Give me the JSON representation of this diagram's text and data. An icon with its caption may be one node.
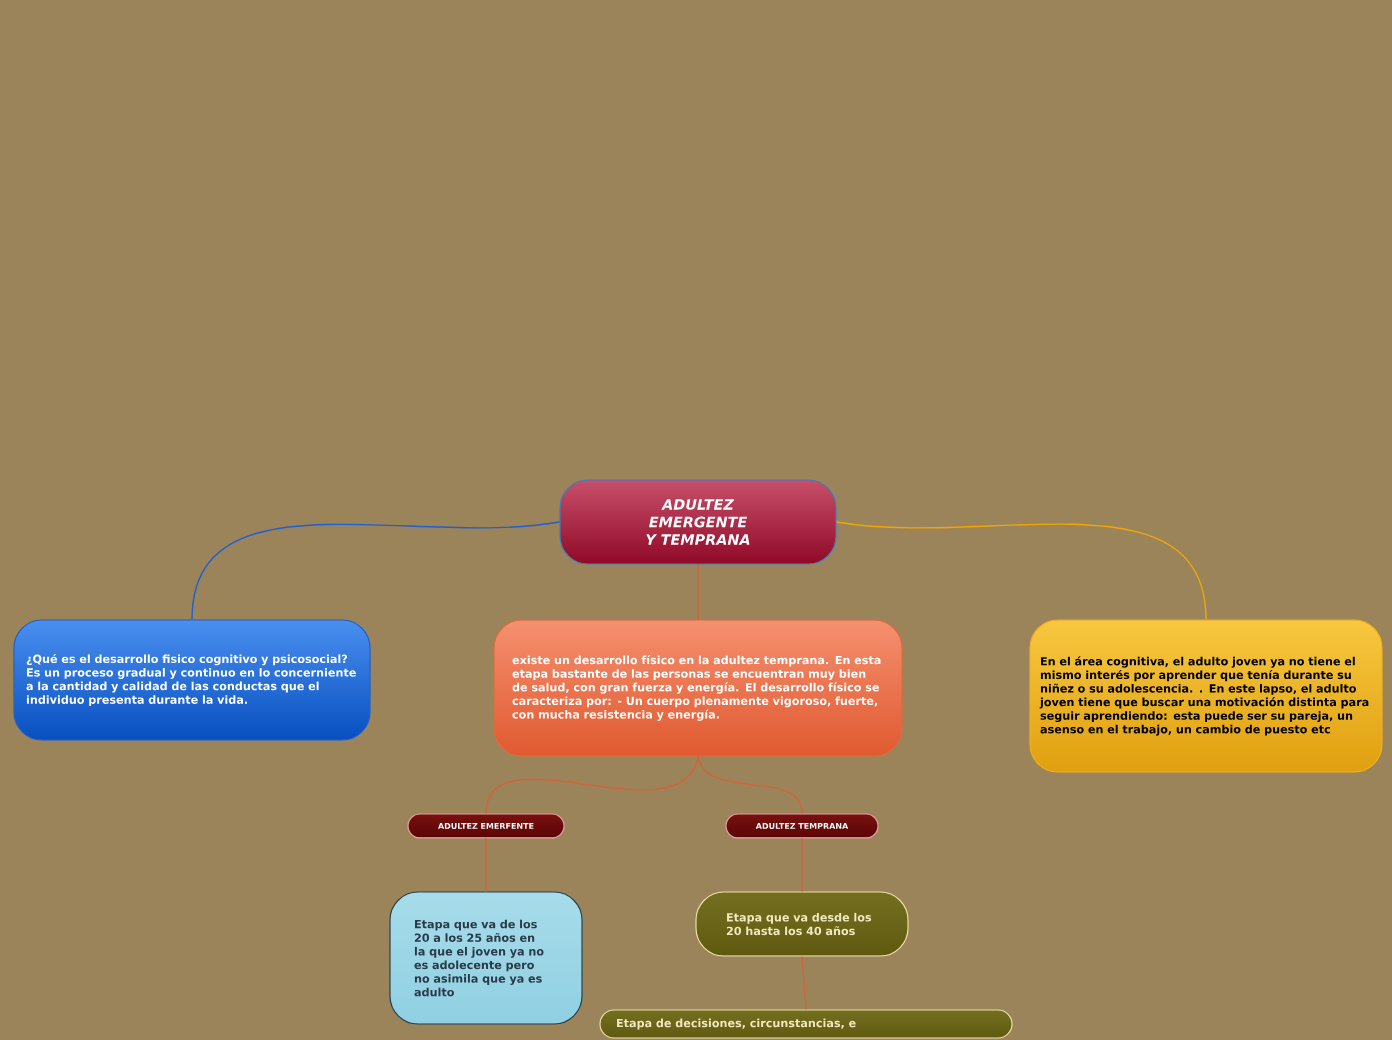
{
  "diagram": {
    "nodes": [
      {
        "text": [
          "ADULTEZ EMERGENTE Y TEMPRANA"
        ]
      },
      {
        "text": [
          "¿Qué es el desarrollo fisico cognitivo y psicosocial? Es un proceso gradual y continuo en lo concerniente a la cantidad y calidad de las conductas que el individuo presenta durante la vida."
        ]
      },
      {
        "text": [
          "existe un desarrollo físico en la adultez temprana. En esta etapa bastante de las personas se encuentran muy bien de salud, con gran fuerza y energía. El desarrollo físico se caracteriza por: - Un cuerpo plenamente vigoroso, fuerte, con mucha resistencia y energía."
        ]
      },
      {
        "text": [
          "En el área cognitiva, el adulto joven ya no tiene el mismo interés por aprender que tenía durante su niñez o su adolescencia. . En este lapso, el adulto joven tiene que buscar una motivación distinta para seguir aprendiendo: esta puede ser su pareja, un asenso en el trabajo, un cambio de puesto etc"
        ]
      },
      {
        "text": [
          "ADULTEZ EMERFENTE"
        ]
      },
      {
        "text": [
          "ADULTEZ TEMPRANA"
        ]
      },
      {
        "text": [
          "Etapa que va de los 20 a los 25 años en la que el joven ya no es adolecente pero no asimila que ya es adulto"
        ]
      },
      {
        "text": [
          "Etapa que va desde los 20 hasta los 40 años"
        ]
      },
      {
        "text": [
          "Etapa de decisiones, circunstancias, e"
        ]
      }
    ],
    "edges": [
      {
        "from": 0,
        "to": 1,
        "arrow": "none",
        "color": "#1f5fd0"
      },
      {
        "from": 0,
        "to": 2,
        "arrow": "none"
      },
      {
        "from": 0,
        "to": 3,
        "arrow": "none",
        "color": "#f0a800"
      },
      {
        "from": 2,
        "to": 4,
        "arrow": "none"
      },
      {
        "from": 2,
        "to": 5,
        "arrow": "none"
      },
      {
        "from": 4,
        "to": 6,
        "arrow": "none"
      },
      {
        "from": 5,
        "to": 7,
        "arrow": "none"
      },
      {
        "from": 7,
        "to": 8,
        "arrow": "none"
      }
    ]
  }
}
